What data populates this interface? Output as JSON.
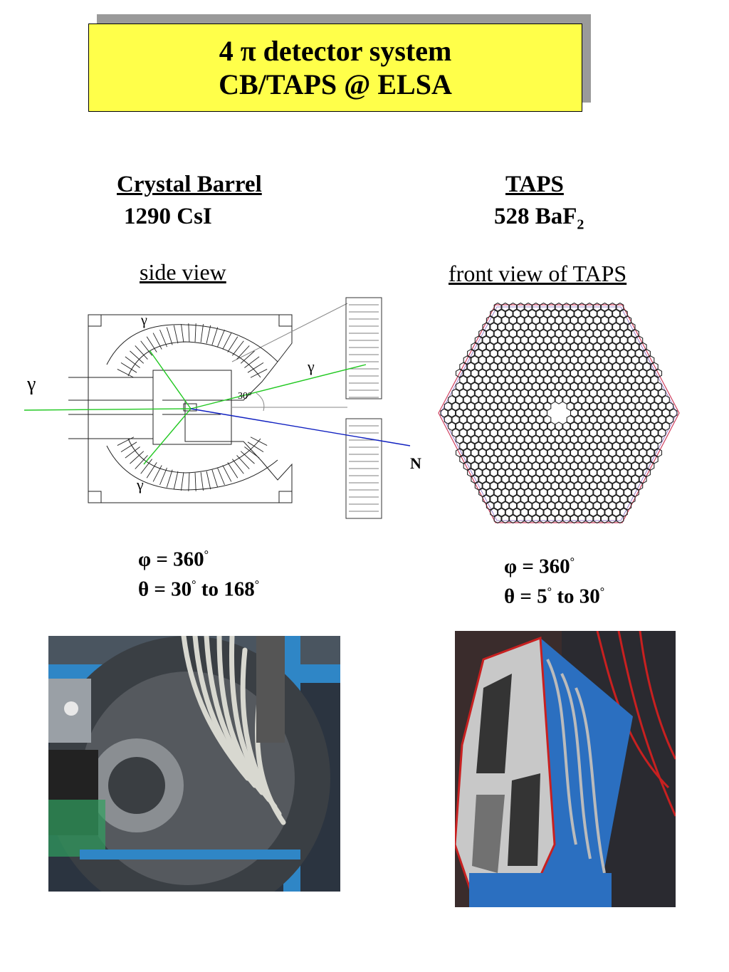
{
  "title": {
    "line1": "4 π detector system",
    "line2": "CB/TAPS @ ELSA"
  },
  "left": {
    "name": "Crystal Barrel",
    "count": "1290 CsI",
    "view_label": "side view",
    "phi_line": "φ = 360",
    "theta_line_a": "θ = 30",
    "theta_line_b": " to 168",
    "deg": "°"
  },
  "right": {
    "name": "TAPS",
    "count_prefix": "528 BaF",
    "count_sub": "2",
    "view_label": "front view of TAPS",
    "phi_line": "φ = 360",
    "theta_line_a": "θ = 5",
    "theta_line_b": " to 30",
    "deg": "°"
  },
  "diagram": {
    "gamma": "γ",
    "angle": "30°",
    "neutron": "N",
    "colors": {
      "gamma_track": "#22c822",
      "neutron_track": "#1020c0",
      "hex_border": "#d04060"
    }
  },
  "colors": {
    "title_bg": "#ffff4a",
    "title_shadow": "#9a9a9a"
  }
}
